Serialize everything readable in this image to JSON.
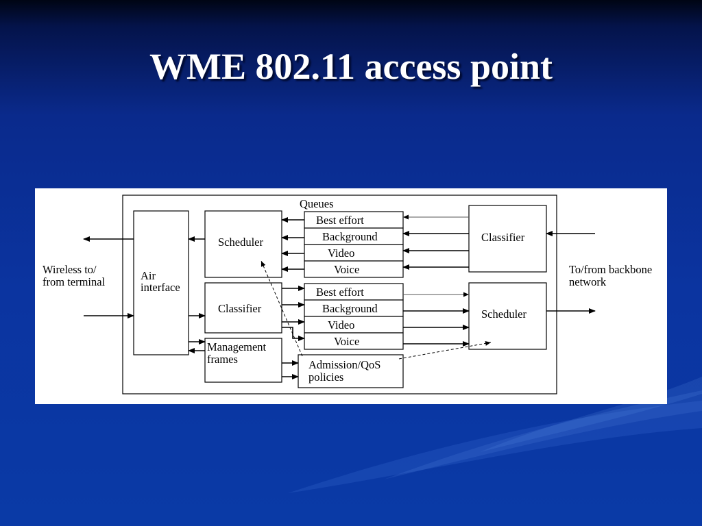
{
  "slide": {
    "title": "WME 802.11 access point"
  },
  "diagram": {
    "queues_label": "Queues",
    "air_interface": [
      "Air",
      "interface"
    ],
    "scheduler_upper": "Scheduler",
    "classifier_lower": "Classifier",
    "classifier_upper": "Classifier",
    "scheduler_lower": "Scheduler",
    "queues_upper": [
      "Best effort",
      "Background",
      "Video",
      "Voice"
    ],
    "queues_lower": [
      "Best effort",
      "Background",
      "Video",
      "Voice"
    ],
    "management": [
      "Management",
      "frames"
    ],
    "admission": [
      "Admission/QoS",
      "policies"
    ],
    "left_label": [
      "Wireless to/",
      "from terminal"
    ],
    "right_label": [
      "To/from backbone",
      "network"
    ]
  },
  "colors": {
    "background": "#0b34a0",
    "title": "#ffffff",
    "diagram_background": "#ffffff"
  }
}
